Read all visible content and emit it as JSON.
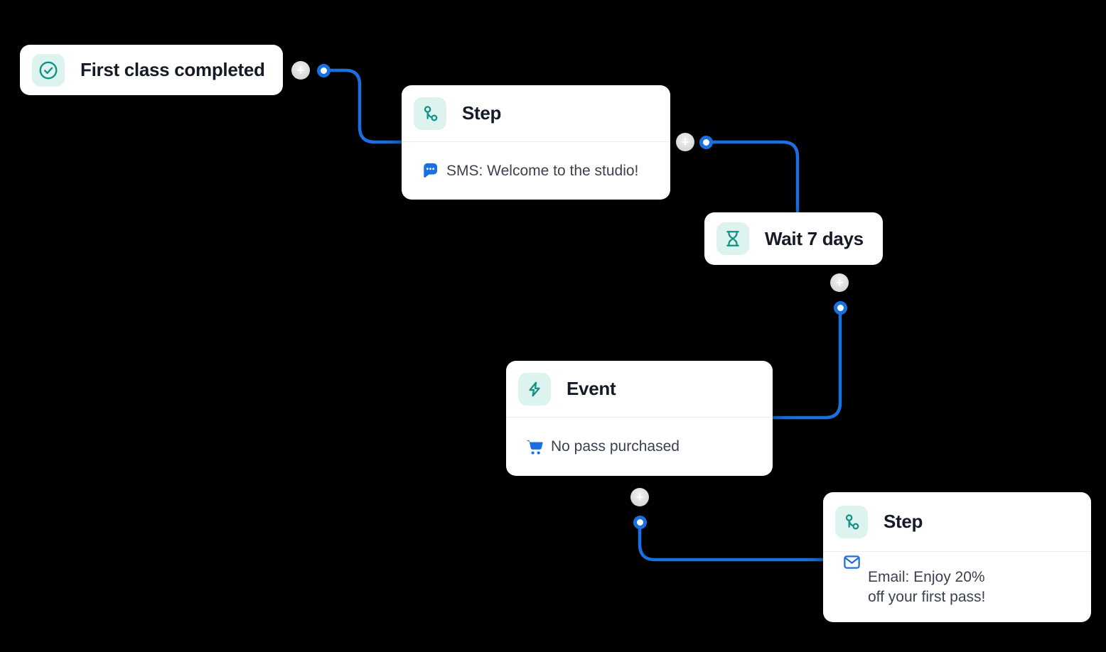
{
  "colors": {
    "background": "#000000",
    "connector_blue": "#1a70e0",
    "icon_teal": "#109384",
    "icon_tile_background": "#dcf3ef",
    "card_background": "#ffffff",
    "title_text": "#151b26",
    "body_text": "#3a4250"
  },
  "controls": {
    "plus_label": "+"
  },
  "nodes": [
    {
      "title": "First class completed",
      "icon": "check-circle-icon"
    },
    {
      "title": "Step",
      "icon": "workflow-step-icon",
      "body_icon": "sms-chat-icon",
      "body_lines": [
        "SMS: Welcome to the studio!"
      ]
    },
    {
      "title": "Wait 7 days",
      "icon": "hourglass-icon"
    },
    {
      "title": "Event",
      "icon": "lightning-icon",
      "body_icon": "shopping-cart-icon",
      "body_lines": [
        "No pass purchased"
      ]
    },
    {
      "title": "Step",
      "icon": "workflow-step-icon",
      "body_icon": "email-icon",
      "body_lines": [
        "Email: Enjoy 20%",
        "off your first pass!"
      ]
    }
  ]
}
